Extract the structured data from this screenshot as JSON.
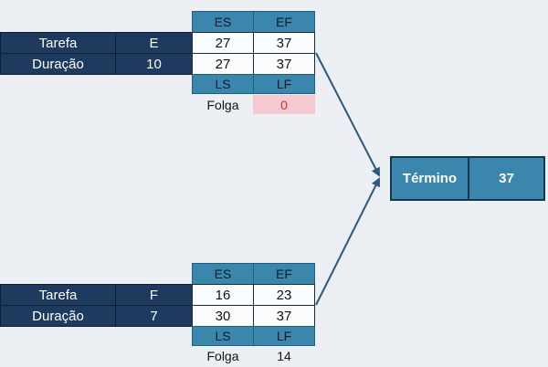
{
  "task_e": {
    "task_label": "Tarefa",
    "task_name": "E",
    "duration_label": "Duração",
    "duration": "10",
    "es_header": "ES",
    "ef_header": "EF",
    "es": "27",
    "ef": "37",
    "ls": "27",
    "lf": "37",
    "ls_header": "LS",
    "lf_header": "LF",
    "slack_label": "Folga",
    "slack": "0"
  },
  "task_f": {
    "task_label": "Tarefa",
    "task_name": "F",
    "duration_label": "Duração",
    "duration": "7",
    "es_header": "ES",
    "ef_header": "EF",
    "es": "16",
    "ef": "23",
    "ls": "30",
    "lf": "37",
    "ls_header": "LS",
    "lf_header": "LF",
    "slack_label": "Folga",
    "slack": "14"
  },
  "end_node": {
    "label": "Término",
    "value": "37"
  },
  "colors": {
    "dark_navy": "#1f3a5f",
    "teal": "#3a86ad",
    "slack_zero_bg": "#f4c9cf",
    "slack_zero_text": "#c0392b",
    "arrow": "#2b5a80"
  }
}
